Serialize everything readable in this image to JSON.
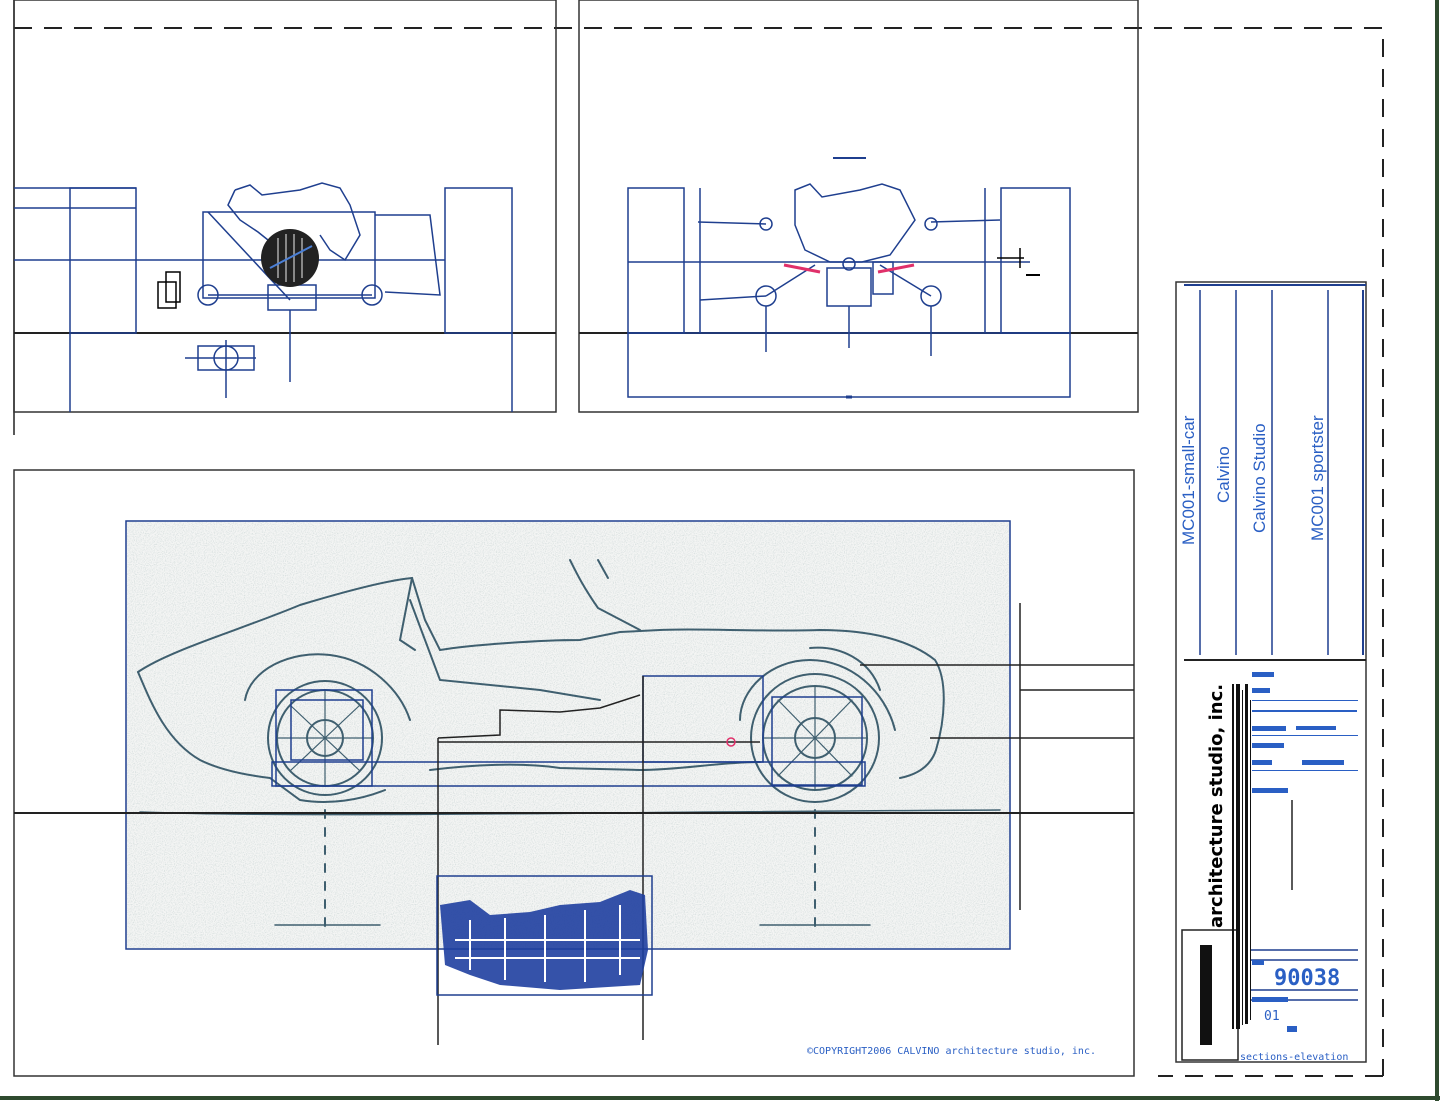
{
  "title_block": {
    "project_code": "MC001-small-car",
    "client": "Calvino",
    "studio": "Calvino Studio",
    "project_name": "MC001 sportster",
    "firm_name": "architecture studio, inc.",
    "sheet_number": "90038",
    "revision": "01",
    "sheet_title": "sections-elevation"
  },
  "copyright": "©COPYRIGHT2006 CALVINO architecture studio, inc.",
  "colors": {
    "line_blue": "#1f3f8f",
    "accent_blue": "#2a5fc4",
    "sketch": "#3f5f6f",
    "highlight": "#e0306a",
    "frame_green": "#2e4a2e"
  }
}
